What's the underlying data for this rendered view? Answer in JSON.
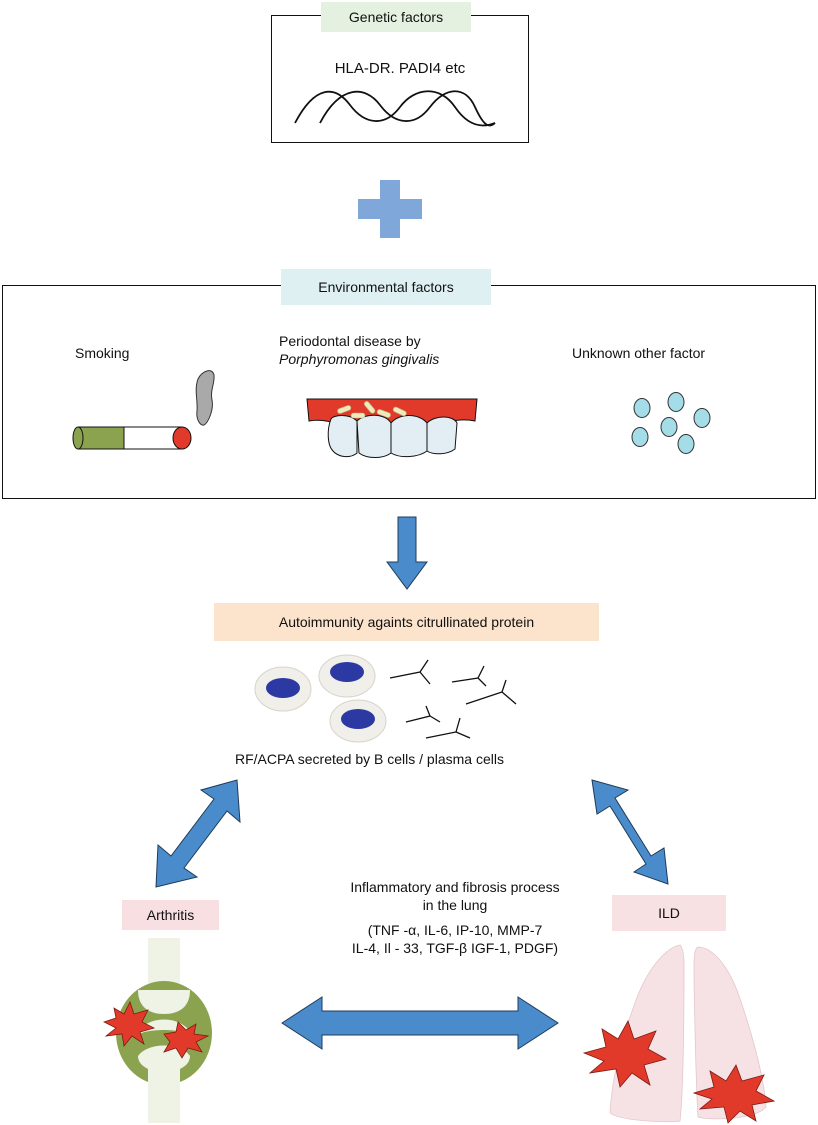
{
  "genetic": {
    "label": "Genetic factors",
    "text": "HLA-DR. PADI4 etc"
  },
  "environmental": {
    "label": "Environmental factors",
    "smoking": "Smoking",
    "periodontal_line1": "Periodontal disease by",
    "periodontal_line2": "Porphyromonas gingivalis",
    "unknown": "Unknown other factor"
  },
  "autoimmunity": {
    "label": "Autoimmunity againts citrullinated protein"
  },
  "rf_acpa": {
    "text": "RF/ACPA secreted by B cells / plasma cells"
  },
  "inflammation": {
    "line1": "Inflammatory and fibrosis process",
    "line2": "in the lung",
    "line3": "(TNF -α, IL-6, IP-10, MMP-7",
    "line4": "IL-4, Il - 33, TGF-β IGF-1, PDGF)"
  },
  "arthritis": {
    "label": "Arthritis"
  },
  "ild": {
    "label": "ILD"
  },
  "colors": {
    "arrow_blue": "#4a8ccb",
    "plus_blue": "#7fa7d9",
    "genetic_tab": "#e4f0e0",
    "env_tab": "#dff0f3",
    "auto_tab": "#fbe3cc",
    "arthritis_tab": "#f8e0e2",
    "ild_tab": "#f7e1e3",
    "red": "#e23a2a"
  }
}
